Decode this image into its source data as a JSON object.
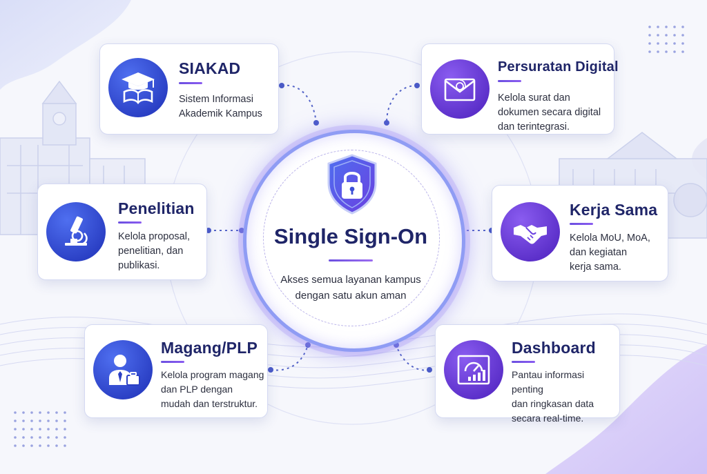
{
  "colors": {
    "navy_text": "#1f2568",
    "blue_badge": "#2f48d6",
    "purple_badge": "#6a3fe0",
    "accent_line": "#6b4fe0",
    "connector": "#5565c8"
  },
  "hub": {
    "icon": "shield-lock-icon",
    "title": "Single Sign-On",
    "description": "Akses semua layanan kampus\ndengan satu akun aman"
  },
  "modules": [
    {
      "id": "siakad",
      "icon": "graduation-cap-book-icon",
      "color": "blue",
      "title": "SIAKAD",
      "description": "Sistem Informasi\nAkademik Kampus"
    },
    {
      "id": "persuratan",
      "icon": "envelope-at-icon",
      "color": "purple",
      "title": "Persuratan Digital",
      "description": "Kelola surat dan\ndokumen secara digital\ndan terintegrasi."
    },
    {
      "id": "penelitian",
      "icon": "microscope-icon",
      "color": "blue",
      "title": "Penelitian",
      "description": "Kelola proposal,\npenelitian, dan\npublikasi."
    },
    {
      "id": "kerjasama",
      "icon": "handshake-icon",
      "color": "purple",
      "title": "Kerja Sama",
      "description": "Kelola MoU, MoA,\ndan kegiatan\nkerja sama."
    },
    {
      "id": "magang",
      "icon": "person-briefcase-icon",
      "color": "blue",
      "title": "Magang/PLP",
      "description": "Kelola program magang\ndan PLP dengan\nmudah dan terstruktur."
    },
    {
      "id": "dashboard",
      "icon": "gauge-chart-icon",
      "color": "purple",
      "title": "Dashboard",
      "description": "Pantau informasi penting\ndan ringkasan data\nsecara real-time."
    }
  ]
}
